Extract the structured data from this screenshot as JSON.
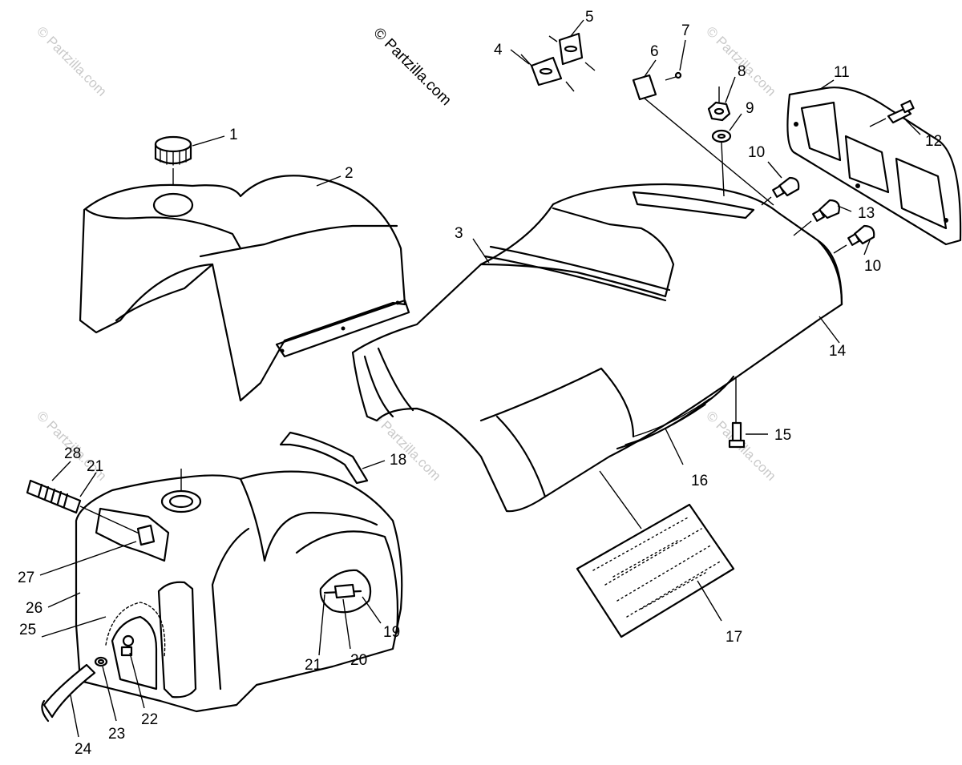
{
  "copyright": "© Partzilla.com",
  "watermark": "© Partzilla.com",
  "callouts": {
    "c1": "1",
    "c2": "2",
    "c3": "3",
    "c4": "4",
    "c5": "5",
    "c6": "6",
    "c7": "7",
    "c8": "8",
    "c9": "9",
    "c10a": "10",
    "c10b": "10",
    "c11": "11",
    "c12": "12",
    "c13": "13",
    "c14": "14",
    "c15": "15",
    "c16": "16",
    "c17": "17",
    "c18": "18",
    "c19": "19",
    "c20": "20",
    "c21a": "21",
    "c21b": "21",
    "c22": "22",
    "c23": "23",
    "c24": "24",
    "c25": "25",
    "c26": "26",
    "c27": "27",
    "c28": "28"
  }
}
